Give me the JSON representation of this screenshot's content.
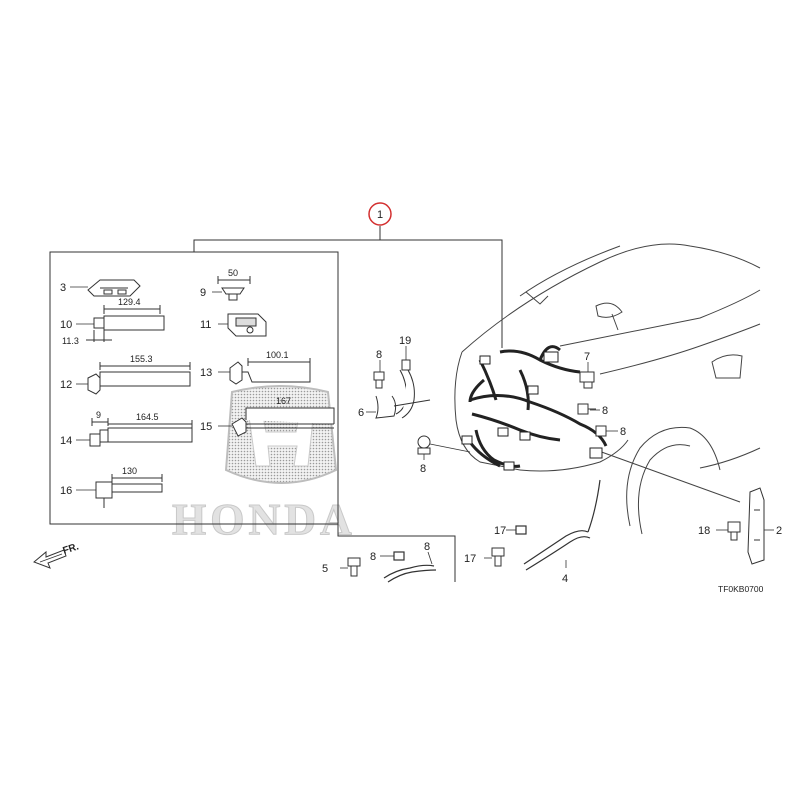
{
  "diagram": {
    "callout_main": "1",
    "watermark_text": "HONDA",
    "diagram_code": "TF0KB0700",
    "front_marker": "FR.",
    "part_labels": [
      {
        "id": "p3",
        "text": "3"
      },
      {
        "id": "p9",
        "text": "9"
      },
      {
        "id": "p10",
        "text": "10"
      },
      {
        "id": "p11",
        "text": "11"
      },
      {
        "id": "p12",
        "text": "12"
      },
      {
        "id": "p13",
        "text": "13"
      },
      {
        "id": "p14",
        "text": "14"
      },
      {
        "id": "p15",
        "text": "15"
      },
      {
        "id": "p16",
        "text": "16"
      },
      {
        "id": "p8a",
        "text": "8"
      },
      {
        "id": "p19",
        "text": "19"
      },
      {
        "id": "p6",
        "text": "6"
      },
      {
        "id": "p7",
        "text": "7"
      },
      {
        "id": "p8b",
        "text": "8"
      },
      {
        "id": "p8c",
        "text": "8"
      },
      {
        "id": "p8d",
        "text": "8"
      },
      {
        "id": "p8e",
        "text": "8"
      },
      {
        "id": "p8f",
        "text": "8"
      },
      {
        "id": "p5",
        "text": "5"
      },
      {
        "id": "p17a",
        "text": "17"
      },
      {
        "id": "p17b",
        "text": "17"
      },
      {
        "id": "p4",
        "text": "4"
      },
      {
        "id": "p18",
        "text": "18"
      },
      {
        "id": "p2",
        "text": "2"
      }
    ],
    "dimensions": [
      {
        "id": "d50",
        "text": "50"
      },
      {
        "id": "d1294",
        "text": "129.4"
      },
      {
        "id": "d113",
        "text": "11.3"
      },
      {
        "id": "d1553",
        "text": "155.3"
      },
      {
        "id": "d1001",
        "text": "100.1"
      },
      {
        "id": "d167",
        "text": "167"
      },
      {
        "id": "d9",
        "text": "9"
      },
      {
        "id": "d1645",
        "text": "164.5"
      },
      {
        "id": "d130",
        "text": "130"
      }
    ]
  }
}
